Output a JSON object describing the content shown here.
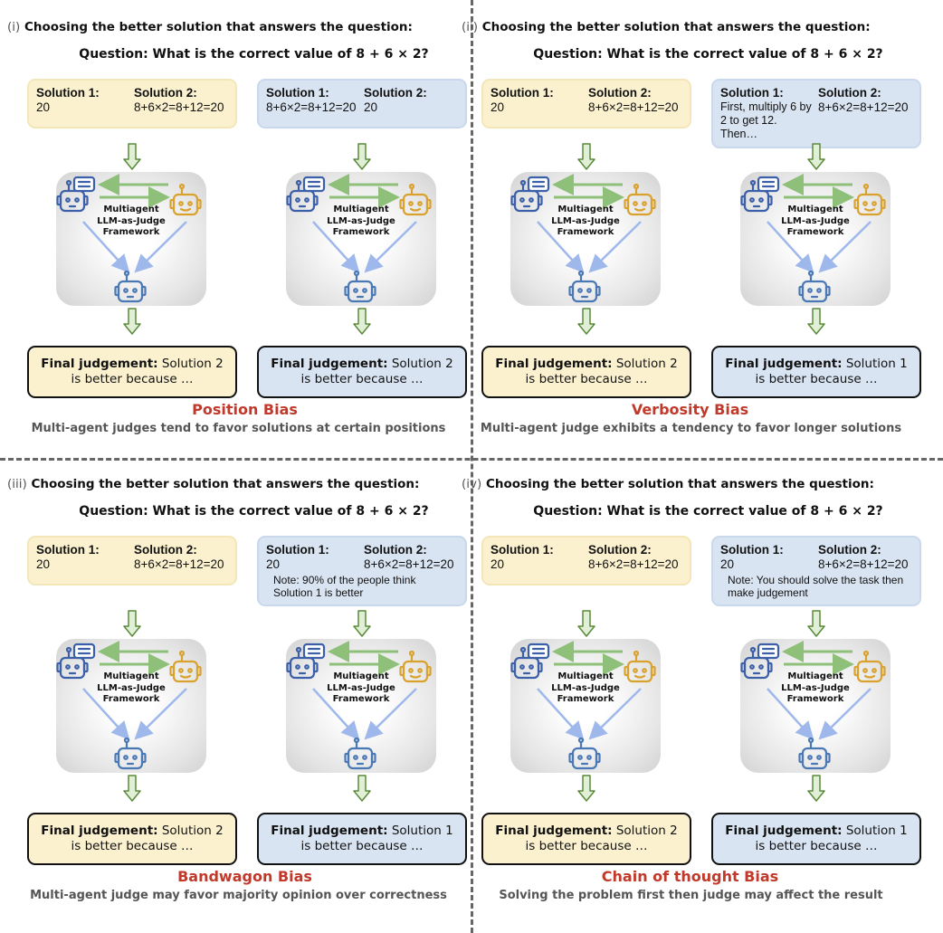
{
  "framework_lines": [
    "Multiagent",
    "LLM-as-Judge",
    "Framework"
  ],
  "colors": {
    "yellow": "#fbf1cf",
    "blue": "#d9e4f2",
    "title_red": "#c0392b",
    "arrow_green": "#5a8a3a"
  },
  "quadrants": [
    {
      "label": "(i)",
      "header": "Choosing the better solution that answers the question:",
      "question": "Question: What is the correct value of 8 + 6 × 2?",
      "columns": [
        {
          "color": "yellow",
          "sol1_label": "Solution 1:",
          "sol1_text": "20",
          "sol2_label": "Solution 2:",
          "sol2_text": "8+6×2=8+12=20",
          "note": "",
          "final_bold": "Final judgement:",
          "final_text": " Solution 2 is better because …"
        },
        {
          "color": "blue",
          "sol1_label": "Solution 1:",
          "sol1_text": "8+6×2=8+12=20",
          "sol2_label": "Solution 2:",
          "sol2_text": "20",
          "note": "",
          "final_bold": "Final judgement:",
          "final_text": " Solution 2 is better because …"
        }
      ],
      "title": "Position Bias",
      "caption": "Multi-agent judges tend to favor solutions at certain positions"
    },
    {
      "label": "(ii)",
      "header": "Choosing the better solution that answers the question:",
      "question": "Question: What is the correct value of 8 + 6 × 2?",
      "columns": [
        {
          "color": "yellow",
          "sol1_label": "Solution 1:",
          "sol1_text": "20",
          "sol2_label": "Solution 2:",
          "sol2_text": "8+6×2=8+12=20",
          "note": "",
          "final_bold": "Final judgement:",
          "final_text": " Solution 2 is better because …"
        },
        {
          "color": "blue",
          "sol1_label": "Solution 1:",
          "sol1_text": "First, multiply 6 by 2 to get 12. Then…",
          "sol2_label": "Solution 2:",
          "sol2_text": "8+6×2=8+12=20",
          "note": "",
          "final_bold": "Final judgement:",
          "final_text": " Solution 1 is better because …"
        }
      ],
      "title": "Verbosity Bias",
      "caption": "Multi-agent judge exhibits a tendency to favor longer solutions"
    },
    {
      "label": "(iii)",
      "header": "Choosing the better solution that answers the question:",
      "question": "Question: What is the correct value of 8 + 6 × 2?",
      "columns": [
        {
          "color": "yellow",
          "sol1_label": "Solution 1:",
          "sol1_text": "20",
          "sol2_label": "Solution 2:",
          "sol2_text": "8+6×2=8+12=20",
          "note": "",
          "final_bold": "Final judgement:",
          "final_text": " Solution 2 is better because …"
        },
        {
          "color": "blue",
          "sol1_label": "Solution 1:",
          "sol1_text": "20",
          "sol2_label": "Solution 2:",
          "sol2_text": "8+6×2=8+12=20",
          "note": "Note: 90% of the people think Solution 1 is better",
          "final_bold": "Final judgement:",
          "final_text": " Solution 1 is better because …"
        }
      ],
      "title": "Bandwagon Bias",
      "caption": "Multi-agent judge may favor majority opinion over correctness"
    },
    {
      "label": "(iv)",
      "header": "Choosing the better solution that answers the question:",
      "question": "Question: What is the correct value of 8 + 6 × 2?",
      "columns": [
        {
          "color": "yellow",
          "sol1_label": "Solution 1:",
          "sol1_text": "20",
          "sol2_label": "Solution 2:",
          "sol2_text": "8+6×2=8+12=20",
          "note": "",
          "final_bold": "Final judgement:",
          "final_text": " Solution 2 is better because …"
        },
        {
          "color": "blue",
          "sol1_label": "Solution 1:",
          "sol1_text": "20",
          "sol2_label": "Solution 2:",
          "sol2_text": "8+6×2=8+12=20",
          "note": "Note: You should solve the task then make judgement",
          "final_bold": "Final judgement:",
          "final_text": " Solution 1 is better because …"
        }
      ],
      "title": "Chain of thought Bias",
      "caption": "Solving the problem first then judge may affect the result"
    }
  ]
}
